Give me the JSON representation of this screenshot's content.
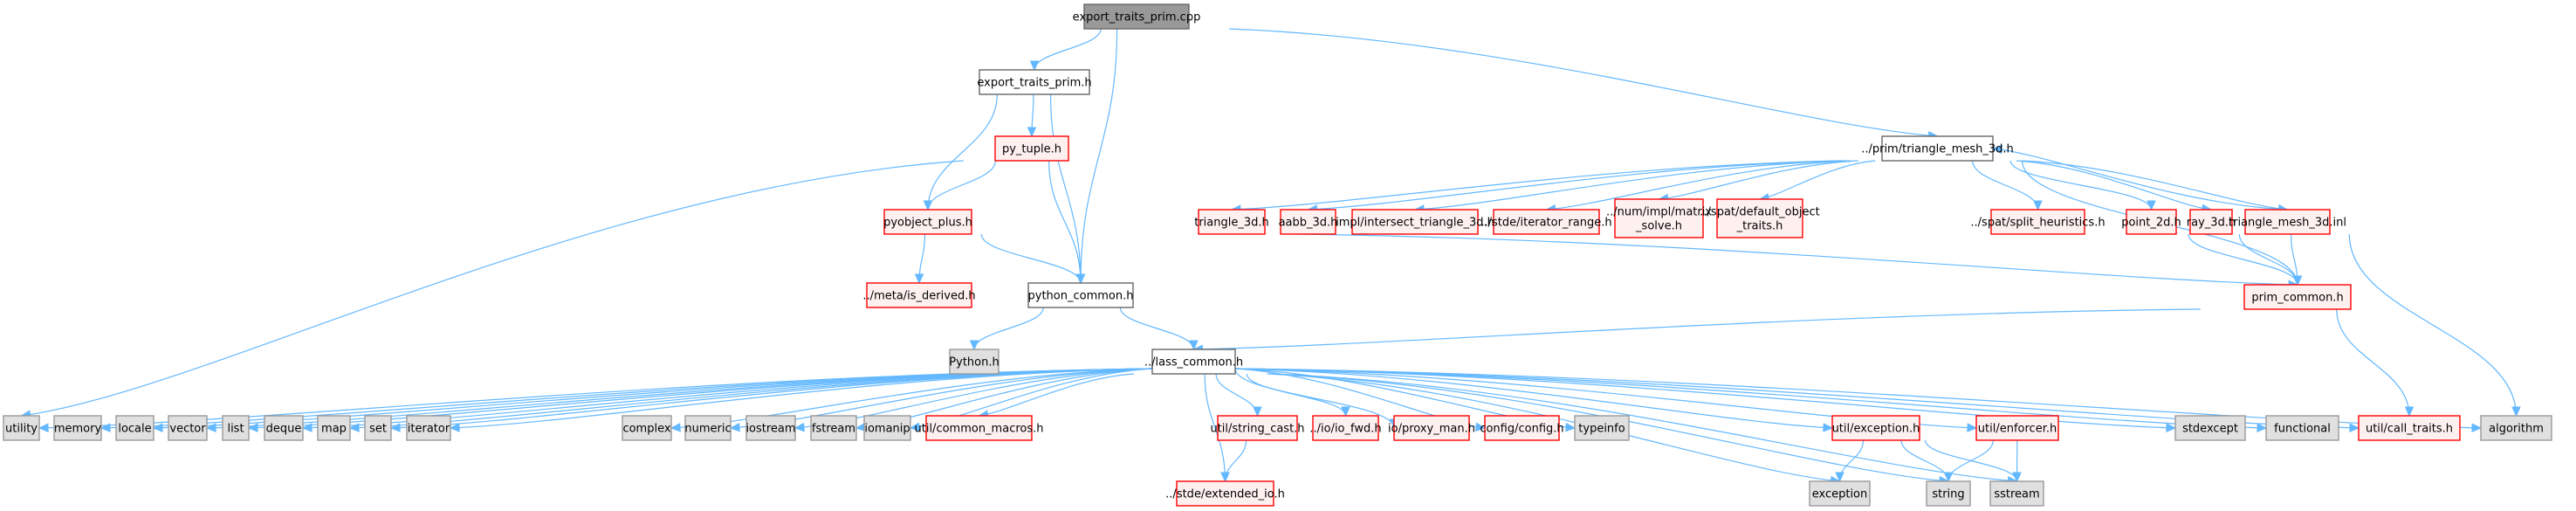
{
  "title": "Include dependency graph for export_traits_prim.cpp",
  "colors": {
    "root_fill": "#999999",
    "root_stroke": "#666666",
    "doc_fill": "#ffffff",
    "doc_stroke": "#666666",
    "missing_fill": "#fff0f0",
    "missing_stroke": "#ff0000",
    "system_fill": "#e0e0e0",
    "system_stroke": "#999999",
    "edge": "#63b8ff"
  },
  "nodes": [
    {
      "id": "root",
      "label": "export_traits_prim.cpp",
      "kind": "root"
    },
    {
      "id": "etph",
      "label": "export_traits_prim.h",
      "kind": "doc"
    },
    {
      "id": "pytuple",
      "label": "py_tuple.h",
      "kind": "missing"
    },
    {
      "id": "pyobj",
      "label": "pyobject_plus.h",
      "kind": "missing"
    },
    {
      "id": "isder",
      "label": "../meta/is_derived.h",
      "kind": "missing"
    },
    {
      "id": "pycommon",
      "label": "python_common.h",
      "kind": "doc"
    },
    {
      "id": "pythonh",
      "label": "Python.h",
      "kind": "system"
    },
    {
      "id": "lass",
      "label": "../lass_common.h",
      "kind": "doc"
    },
    {
      "id": "tmesh",
      "label": "../prim/triangle_mesh_3d.h",
      "kind": "doc"
    },
    {
      "id": "tri3d",
      "label": "triangle_3d.h",
      "kind": "missing"
    },
    {
      "id": "aabb",
      "label": "aabb_3d.h",
      "kind": "missing"
    },
    {
      "id": "isect",
      "label": "impl/intersect_triangle_3d.h",
      "kind": "missing"
    },
    {
      "id": "itrange",
      "label": "../stde/iterator_range.h",
      "kind": "missing"
    },
    {
      "id": "matsolve",
      "label": "../num/impl/matrix\n_solve.h",
      "kind": "missing"
    },
    {
      "id": "defobj",
      "label": "../spat/default_object\n_traits.h",
      "kind": "missing"
    },
    {
      "id": "splith",
      "label": "../spat/split_heuristics.h",
      "kind": "missing"
    },
    {
      "id": "point2d",
      "label": "point_2d.h",
      "kind": "missing"
    },
    {
      "id": "ray3d",
      "label": "ray_3d.h",
      "kind": "missing"
    },
    {
      "id": "tmeshinl",
      "label": "triangle_mesh_3d.inl",
      "kind": "missing"
    },
    {
      "id": "primcommon",
      "label": "prim_common.h",
      "kind": "missing"
    },
    {
      "id": "utility",
      "label": "utility",
      "kind": "system"
    },
    {
      "id": "memory",
      "label": "memory",
      "kind": "system"
    },
    {
      "id": "locale",
      "label": "locale",
      "kind": "system"
    },
    {
      "id": "vector",
      "label": "vector",
      "kind": "system"
    },
    {
      "id": "list",
      "label": "list",
      "kind": "system"
    },
    {
      "id": "deque",
      "label": "deque",
      "kind": "system"
    },
    {
      "id": "map",
      "label": "map",
      "kind": "system"
    },
    {
      "id": "set",
      "label": "set",
      "kind": "system"
    },
    {
      "id": "iterator",
      "label": "iterator",
      "kind": "system"
    },
    {
      "id": "complex",
      "label": "complex",
      "kind": "system"
    },
    {
      "id": "numeric",
      "label": "numeric",
      "kind": "system"
    },
    {
      "id": "iostream",
      "label": "iostream",
      "kind": "system"
    },
    {
      "id": "fstream",
      "label": "fstream",
      "kind": "system"
    },
    {
      "id": "iomanip",
      "label": "iomanip",
      "kind": "system"
    },
    {
      "id": "cmacros",
      "label": "util/common_macros.h",
      "kind": "missing"
    },
    {
      "id": "strcast",
      "label": "util/string_cast.h",
      "kind": "missing"
    },
    {
      "id": "iofwd",
      "label": "../io/io_fwd.h",
      "kind": "missing"
    },
    {
      "id": "proxyman",
      "label": "io/proxy_man.h",
      "kind": "missing"
    },
    {
      "id": "config",
      "label": "config/config.h",
      "kind": "missing"
    },
    {
      "id": "typeinfo",
      "label": "typeinfo",
      "kind": "system"
    },
    {
      "id": "uexc",
      "label": "util/exception.h",
      "kind": "missing"
    },
    {
      "id": "uenf",
      "label": "util/enforcer.h",
      "kind": "missing"
    },
    {
      "id": "stdexcept",
      "label": "stdexcept",
      "kind": "system"
    },
    {
      "id": "functional",
      "label": "functional",
      "kind": "system"
    },
    {
      "id": "calltraits",
      "label": "util/call_traits.h",
      "kind": "missing"
    },
    {
      "id": "algorithm",
      "label": "algorithm",
      "kind": "system"
    },
    {
      "id": "extio",
      "label": "../stde/extended_io.h",
      "kind": "missing"
    },
    {
      "id": "exception",
      "label": "exception",
      "kind": "system"
    },
    {
      "id": "string",
      "label": "string",
      "kind": "system"
    },
    {
      "id": "sstream",
      "label": "sstream",
      "kind": "system"
    }
  ],
  "edges": [
    [
      "root",
      "etph"
    ],
    [
      "root",
      "pycommon"
    ],
    [
      "root",
      "tmesh"
    ],
    [
      "etph",
      "pytuple"
    ],
    [
      "etph",
      "pyobj"
    ],
    [
      "etph",
      "pycommon"
    ],
    [
      "pytuple",
      "pyobj"
    ],
    [
      "pytuple",
      "pycommon"
    ],
    [
      "pytuple",
      "utility"
    ],
    [
      "pyobj",
      "isder"
    ],
    [
      "pyobj",
      "pycommon"
    ],
    [
      "pycommon",
      "pythonh"
    ],
    [
      "pycommon",
      "lass"
    ],
    [
      "tmesh",
      "tri3d"
    ],
    [
      "tmesh",
      "aabb"
    ],
    [
      "tmesh",
      "isect"
    ],
    [
      "tmesh",
      "itrange"
    ],
    [
      "tmesh",
      "matsolve"
    ],
    [
      "tmesh",
      "defobj"
    ],
    [
      "tmesh",
      "splith"
    ],
    [
      "tmesh",
      "point2d"
    ],
    [
      "tmesh",
      "ray3d"
    ],
    [
      "tmesh",
      "tmeshinl"
    ],
    [
      "tmesh",
      "primcommon"
    ],
    [
      "tmeshinl",
      "tmesh"
    ],
    [
      "tmeshinl",
      "primcommon"
    ],
    [
      "tmeshinl",
      "algorithm"
    ],
    [
      "tri3d",
      "primcommon"
    ],
    [
      "point2d",
      "primcommon"
    ],
    [
      "ray3d",
      "primcommon"
    ],
    [
      "primcommon",
      "lass"
    ],
    [
      "primcommon",
      "calltraits"
    ],
    [
      "lass",
      "utility"
    ],
    [
      "lass",
      "memory"
    ],
    [
      "lass",
      "locale"
    ],
    [
      "lass",
      "vector"
    ],
    [
      "lass",
      "list"
    ],
    [
      "lass",
      "deque"
    ],
    [
      "lass",
      "map"
    ],
    [
      "lass",
      "set"
    ],
    [
      "lass",
      "iterator"
    ],
    [
      "lass",
      "complex"
    ],
    [
      "lass",
      "numeric"
    ],
    [
      "lass",
      "iostream"
    ],
    [
      "lass",
      "fstream"
    ],
    [
      "lass",
      "iomanip"
    ],
    [
      "lass",
      "cmacros"
    ],
    [
      "lass",
      "strcast"
    ],
    [
      "lass",
      "extio"
    ],
    [
      "lass",
      "iofwd"
    ],
    [
      "lass",
      "proxyman"
    ],
    [
      "lass",
      "config"
    ],
    [
      "lass",
      "typeinfo"
    ],
    [
      "lass",
      "exception"
    ],
    [
      "lass",
      "uexc"
    ],
    [
      "lass",
      "string"
    ],
    [
      "lass",
      "uenf"
    ],
    [
      "lass",
      "sstream"
    ],
    [
      "lass",
      "stdexcept"
    ],
    [
      "lass",
      "functional"
    ],
    [
      "lass",
      "calltraits"
    ],
    [
      "lass",
      "algorithm"
    ],
    [
      "strcast",
      "extio"
    ],
    [
      "uexc",
      "exception"
    ],
    [
      "uexc",
      "string"
    ],
    [
      "uexc",
      "sstream"
    ],
    [
      "uenf",
      "string"
    ],
    [
      "uenf",
      "sstream"
    ]
  ]
}
